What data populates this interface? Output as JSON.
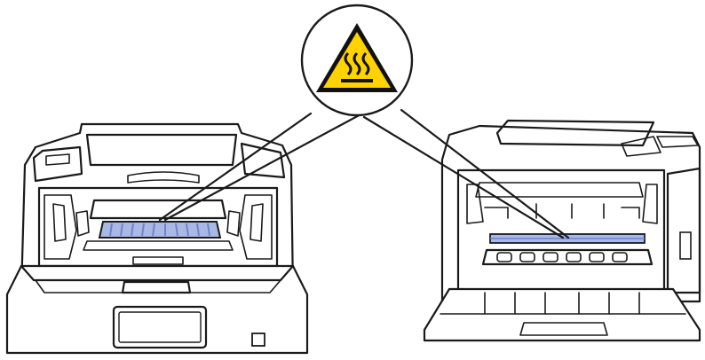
{
  "figure": {
    "kind": "illustration",
    "hazard_symbol": "hot-surface-warning-icon",
    "colors": {
      "warning_fill": "#ffd200",
      "warning_border": "#111111",
      "highlight_blue": "#a9b9e6",
      "highlight_blue_dark": "#6f84c8",
      "line": "#1a1a1a"
    },
    "views": [
      {
        "id": "front",
        "icon": "printer-front-open-icon"
      },
      {
        "id": "back",
        "icon": "printer-back-open-icon"
      }
    ]
  }
}
